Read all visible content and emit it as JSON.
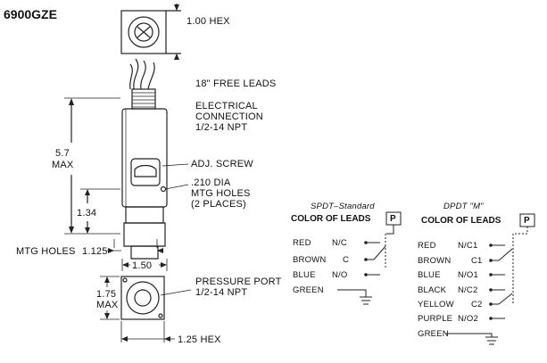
{
  "model": "6900GZE",
  "dimensions": {
    "top_hex": "1.00 HEX",
    "free_leads": "18\" FREE LEADS",
    "electrical_connection": [
      "ELECTRICAL",
      "CONNECTION",
      "1/2-14 NPT"
    ],
    "max_height_value": "5.7",
    "max_height_unit": "MAX",
    "adj_screw": "ADJ. SCREW",
    "mtg_holes_note": [
      ".210 DIA",
      "MTG HOLES",
      "(2 PLACES)"
    ],
    "hole_height": "1.34",
    "mtg_holes_label": "MTG HOLES",
    "mtg_holes_spacing": "1.125",
    "body_width": "1.50",
    "pressure_port": [
      "PRESSURE PORT",
      "1/2-14 NPT"
    ],
    "base_height_value": "1.75",
    "base_height_unit": "MAX",
    "bottom_hex": "1.25 HEX"
  },
  "spdt": {
    "title": "SPDT–Standard",
    "leads_header": "COLOR OF LEADS",
    "p_label": "P",
    "rows": [
      {
        "color": "RED",
        "terminal": "N/C"
      },
      {
        "color": "BROWN",
        "terminal": "C"
      },
      {
        "color": "BLUE",
        "terminal": "N/O"
      }
    ],
    "ground": "GREEN"
  },
  "dpdt": {
    "title": "DPDT \"M\"",
    "leads_header": "COLOR OF LEADS",
    "p_label": "P",
    "rows": [
      {
        "color": "RED",
        "terminal": "N/C1"
      },
      {
        "color": "BROWN",
        "terminal": "C1"
      },
      {
        "color": "BLUE",
        "terminal": "N/O1"
      },
      {
        "color": "BLACK",
        "terminal": "N/C2"
      },
      {
        "color": "YELLOW",
        "terminal": "C2"
      },
      {
        "color": "PURPLE",
        "terminal": "N/O2"
      }
    ],
    "ground": "GREEN"
  }
}
